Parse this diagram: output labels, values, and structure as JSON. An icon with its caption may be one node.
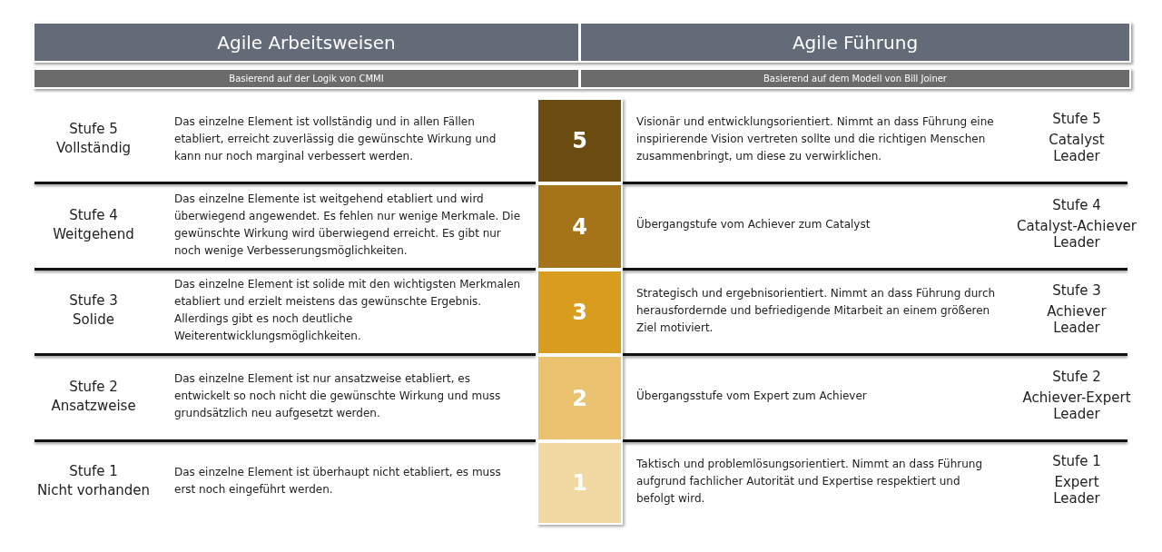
{
  "diagram": {
    "nodes": [
      {
        "text": [
          "Agile Arbeitsweisen"
        ]
      },
      {
        "text": [
          "Agile Führung"
        ]
      },
      {
        "text": [
          "Basierend auf der Logik von CMMI"
        ]
      },
      {
        "text": [
          "Basierend auf dem Modell von Bill Joiner"
        ]
      },
      {
        "text": [
          "5"
        ]
      },
      {
        "text": [
          "4"
        ]
      },
      {
        "text": [
          "3"
        ]
      },
      {
        "text": [
          "2"
        ]
      },
      {
        "text": [
          "1"
        ]
      }
    ],
    "labels": [
      "Stufe 5",
      "Vollständig",
      "Das einzelne Element ist vollständig und in allen Fällen etabliert, erreicht zuverlässig die gewünschte Wirkung und kann nur noch marginal verbessert werden.",
      "Visionär und entwicklungsorientiert. Nimmt an dass Führung eine inspirierende Vision vertreten sollte und die richtigen Menschen zusammenbringt, um diese zu verwirklichen.",
      "Stufe 5",
      "Catalyst Leader",
      "Stufe 4",
      "Weitgehend",
      "Das einzelne Elemente ist weitgehend etabliert und wird überwiegend angewendet. Es fehlen nur wenige Merkmale. Die gewünschte Wirkung wird überwiegend erreicht. Es gibt nur noch wenige Verbesserungsmöglichkeiten.",
      "Übergangstufe vom Achiever zum Catalyst",
      "Stufe 4",
      "Catalyst-Achiever Leader",
      "Stufe 3",
      "Solide",
      "Das einzelne Element ist solide mit den wichtigsten Merkmalen etabliert und erzielt meistens das gewünschte Ergebnis. Allerdings gibt es noch deutliche Weiterentwicklungsmöglichkeiten.",
      "Strategisch und ergebnisorientiert. Nimmt an dass Führung durch herausfordernde und befriedigende Mitarbeit an einem größeren Ziel motiviert.",
      "Stufe 3",
      "Achiever Leader",
      "Stufe 2",
      "Ansatzweise",
      "Das einzelne Element ist nur ansatzweise etabliert, es entwickelt so noch nicht die gewünschte Wirkung und muss grundsätzlich neu aufgesetzt werden.",
      "Übergangsstufe vom Expert zum Achiever",
      "Stufe 2",
      "Achiever-Expert Leader",
      "Stufe 1",
      "Nicht vorhanden",
      "Das einzelne Element ist überhaupt nicht etabliert, es muss erst noch eingeführt werden.",
      "Taktisch und problemlösungsorientiert. Nimmt an dass Führung aufgrund fachlicher Autorität und Expertise respektiert und befolgt wird.",
      "Stufe 1",
      "Expert Leader"
    ]
  }
}
